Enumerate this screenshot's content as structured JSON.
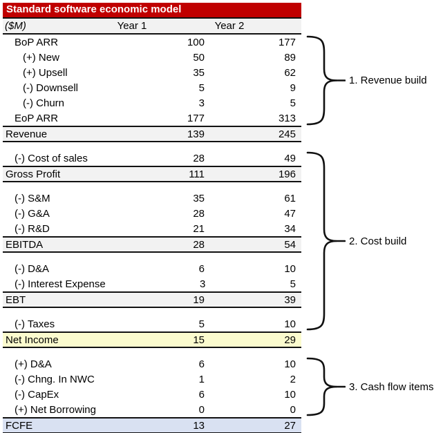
{
  "title": "Standard software economic model",
  "header": {
    "unit_label": "($M)",
    "col1": "Year 1",
    "col2": "Year 2"
  },
  "rows": [
    {
      "label": "BoP ARR",
      "year1": "100",
      "year2": "177"
    },
    {
      "label": "(+) New",
      "year1": "50",
      "year2": "89"
    },
    {
      "label": "(+) Upsell",
      "year1": "35",
      "year2": "62"
    },
    {
      "label": "(-) Downsell",
      "year1": "5",
      "year2": "9"
    },
    {
      "label": "(-) Churn",
      "year1": "3",
      "year2": "5"
    },
    {
      "label": "EoP ARR",
      "year1": "177",
      "year2": "313"
    },
    {
      "label": "Revenue",
      "year1": "139",
      "year2": "245"
    },
    {
      "label": "(-) Cost of sales",
      "year1": "28",
      "year2": "49"
    },
    {
      "label": "Gross Profit",
      "year1": "111",
      "year2": "196"
    },
    {
      "label": "(-) S&M",
      "year1": "35",
      "year2": "61"
    },
    {
      "label": "(-) G&A",
      "year1": "28",
      "year2": "47"
    },
    {
      "label": "(-) R&D",
      "year1": "21",
      "year2": "34"
    },
    {
      "label": "EBITDA",
      "year1": "28",
      "year2": "54"
    },
    {
      "label": "(-) D&A",
      "year1": "6",
      "year2": "10"
    },
    {
      "label": "(-) Interest Expense",
      "year1": "3",
      "year2": "5"
    },
    {
      "label": "EBT",
      "year1": "19",
      "year2": "39"
    },
    {
      "label": "(-) Taxes",
      "year1": "5",
      "year2": "10"
    },
    {
      "label": "Net Income",
      "year1": "15",
      "year2": "29"
    },
    {
      "label": "(+) D&A",
      "year1": "6",
      "year2": "10"
    },
    {
      "label": "(-) Chng. In NWC",
      "year1": "1",
      "year2": "2"
    },
    {
      "label": "(-) CapEx",
      "year1": "6",
      "year2": "10"
    },
    {
      "label": "(+) Net Borrowing",
      "year1": "0",
      "year2": "0"
    },
    {
      "label": "FCFE",
      "year1": "13",
      "year2": "27"
    }
  ],
  "annotations": [
    {
      "label": "1. Revenue build"
    },
    {
      "label": "2. Cost build"
    },
    {
      "label": "3. Cash flow items"
    }
  ],
  "colors": {
    "title_bg": "#C00000",
    "title_text": "#FFFFFF",
    "subtotal_bg": "#F2F2F2",
    "net_income_bg": "#FBFBCE",
    "fcfe_bg": "#D9E1F2",
    "border": "#111111"
  }
}
